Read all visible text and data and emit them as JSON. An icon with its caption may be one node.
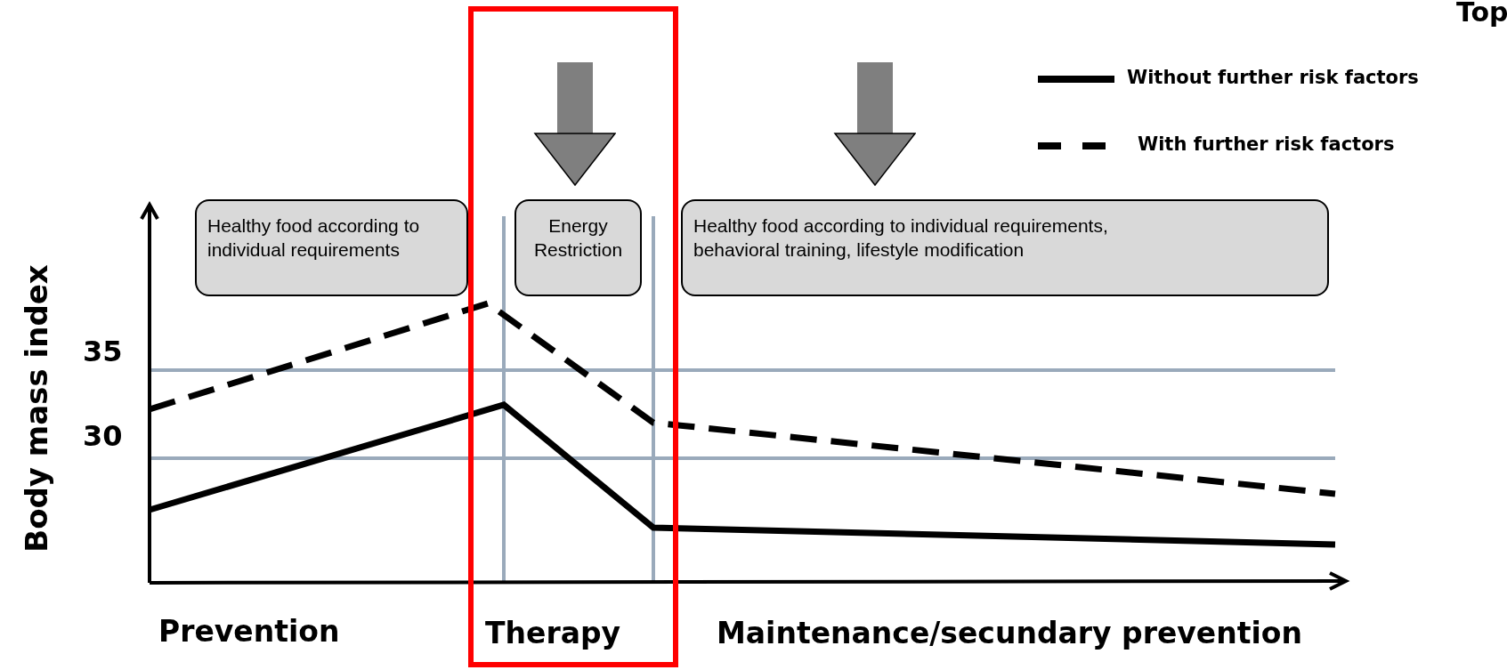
{
  "diagram": {
    "nodes": [
      {
        "text": [
          "Healthy food according to individual requirements"
        ]
      },
      {
        "text": [
          "Energy Restriction"
        ]
      },
      {
        "text": [
          "Healthy food according to individual requirements, behavioral training, lifestyle modification"
        ]
      }
    ],
    "edges": [
      {
        "from": null,
        "to": 1,
        "arrow": "to"
      },
      {
        "from": null,
        "to": 2,
        "arrow": "to"
      }
    ],
    "labels": [
      "Top",
      "Body mass index",
      "35",
      "30",
      "Prevention",
      "Therapy",
      "Maintenance/secundary prevention"
    ],
    "legend": [
      {
        "text": "Without further risk factors"
      },
      {
        "text": "With further risk factors"
      }
    ]
  }
}
